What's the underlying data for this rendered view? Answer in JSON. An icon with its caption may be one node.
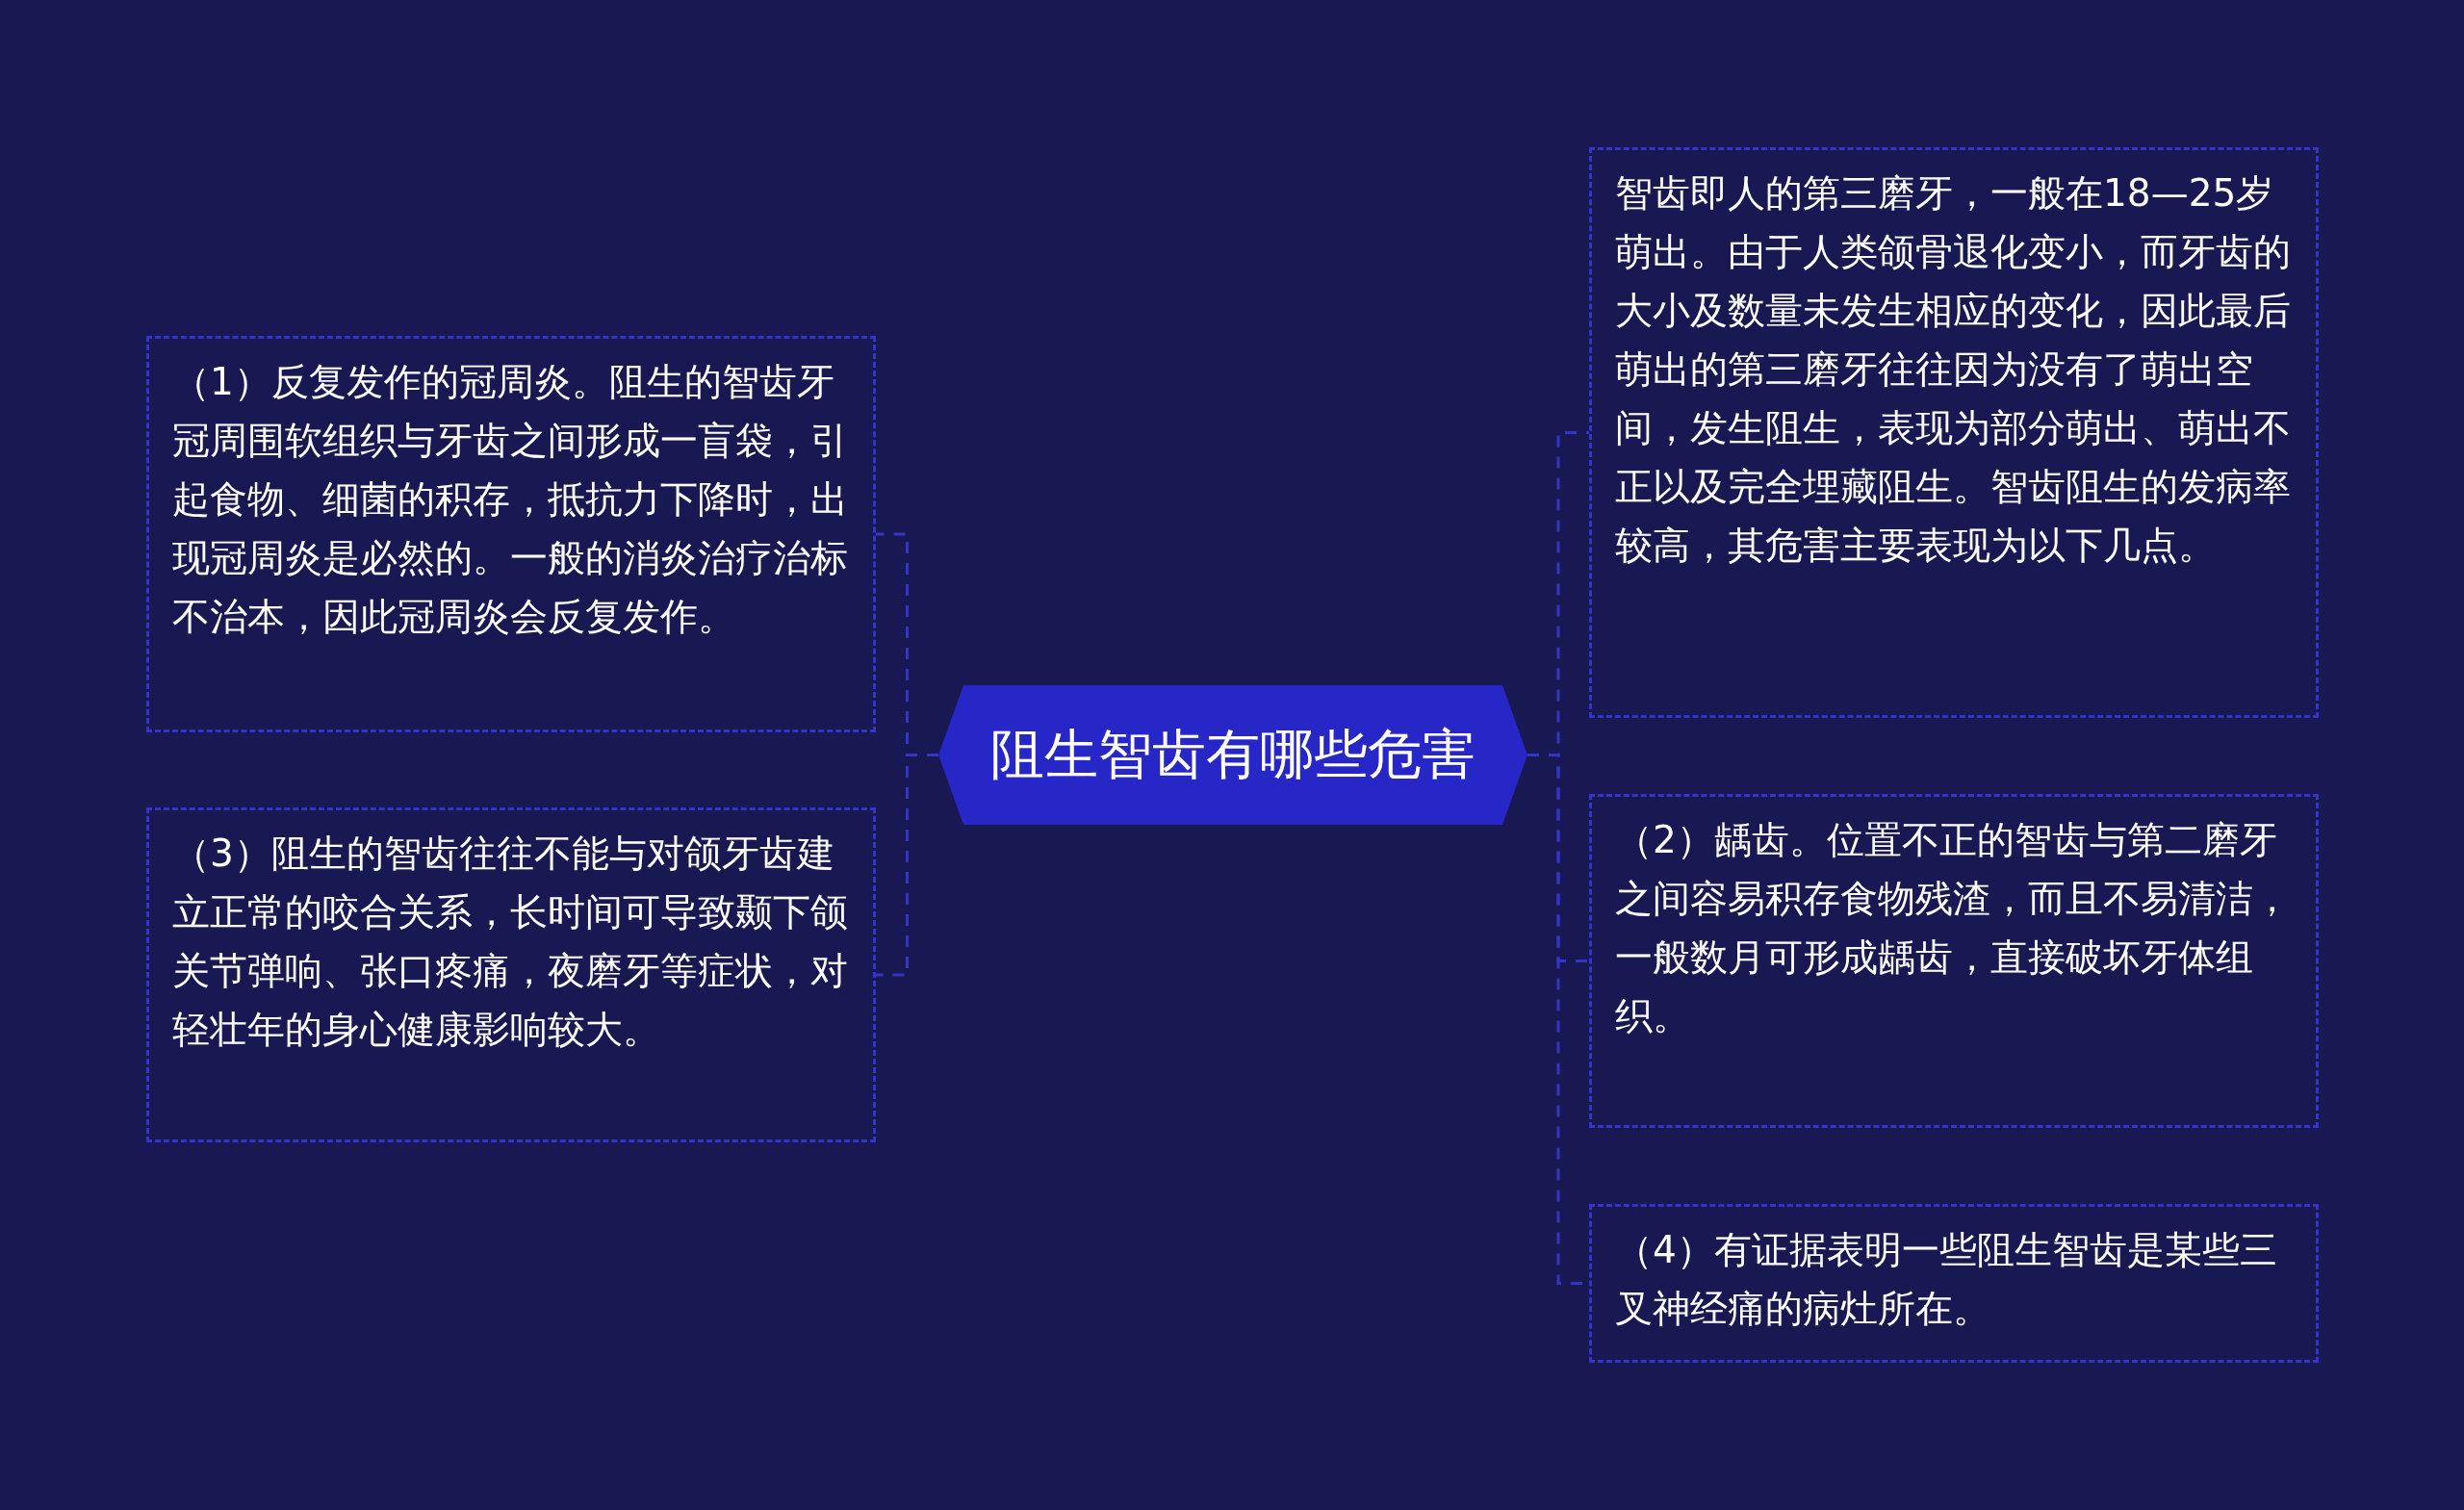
{
  "diagram": {
    "nodes": [
      {
        "text": [
          "阻生智齿有哪些危害"
        ]
      },
      {
        "text": [
          "（1）反复发作的冠周炎。阻生的智齿牙冠周围软组织与牙齿之间形成一盲袋，引起食物、细菌的积存，抵抗力下降时，出现冠周炎是必然的。一般的消炎治疗治标不治本，因此冠周炎会反复发作。"
        ]
      },
      {
        "text": [
          "（3）阻生的智齿往往不能与对颌牙齿建立正常的咬合关系，长时间可导致颞下颌关节弹响、张口疼痛，夜磨牙等症状，对轻壮年的身心健康影响较大。"
        ]
      },
      {
        "text": [
          "智齿即人的第三磨牙，一般在18—25岁萌出。由于人类颌骨退化变小，而牙齿的大小及数量未发生相应的变化，因此最后萌出的第三磨牙往往因为没有了萌出空间，发生阻生，表现为部分萌出、萌出不正以及完全埋藏阻生。智齿阻生的发病率较高，其危害主要表现为以下几点。"
        ]
      },
      {
        "text": [
          "（2）龋齿。位置不正的智齿与第二磨牙之间容易积存食物残渣，而且不易清洁，一般数月可形成龋齿，直接破坏牙体组织。"
        ]
      },
      {
        "text": [
          "（4）有证据表明一些阻生智齿是某些三叉神经痛的病灶所在。"
        ]
      }
    ],
    "edges": [
      {
        "from": 0,
        "to": 1,
        "arrow": "none",
        "style": "dashed"
      },
      {
        "from": 0,
        "to": 2,
        "arrow": "none",
        "style": "dashed"
      },
      {
        "from": 0,
        "to": 3,
        "arrow": "none",
        "style": "dashed"
      },
      {
        "from": 0,
        "to": 4,
        "arrow": "none",
        "style": "dashed"
      },
      {
        "from": 0,
        "to": 5,
        "arrow": "none",
        "style": "dashed"
      }
    ]
  }
}
